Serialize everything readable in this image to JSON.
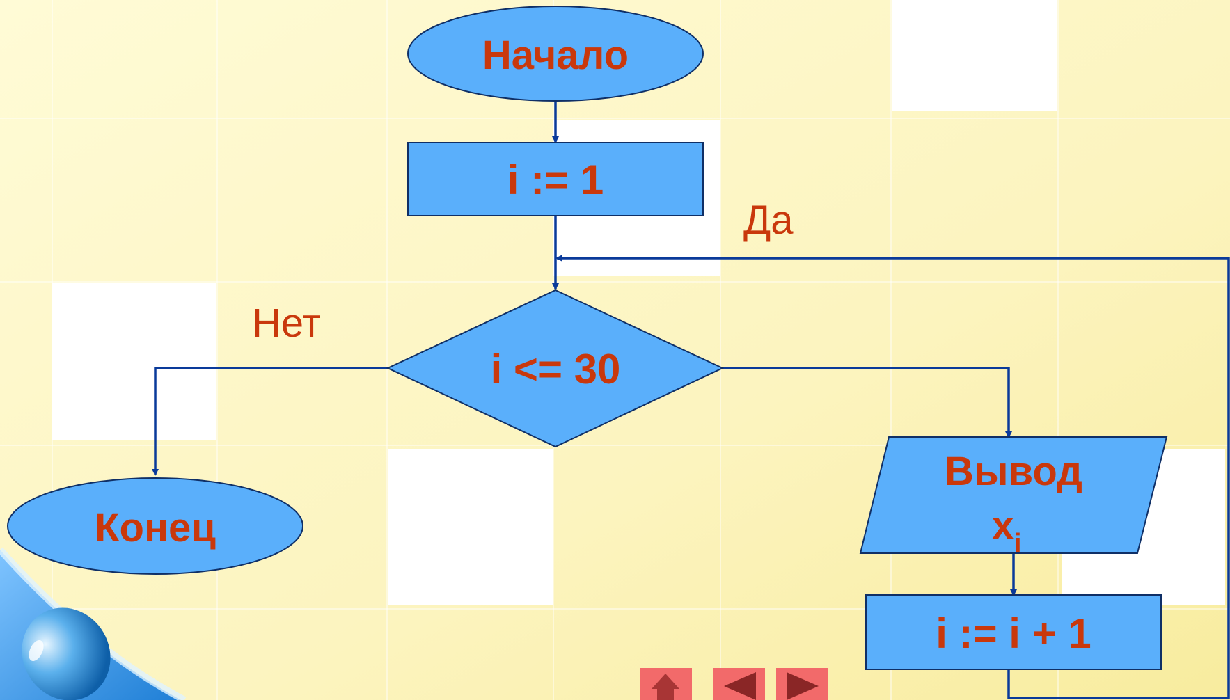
{
  "flowchart": {
    "start": "Начало",
    "init": "i := 1",
    "condition": "i <= 30",
    "output_label": "Вывод",
    "output_var": "x",
    "output_index": "i",
    "increment": "i := i + 1",
    "end": "Конец",
    "yes_label": "Да",
    "no_label": "Нет"
  },
  "navigation": {
    "home_icon": "home-icon",
    "prev_icon": "arrow-left-icon",
    "next_icon": "arrow-right-icon"
  },
  "colors": {
    "shape_fill": "#5aaffb",
    "text": "#c9380c",
    "edge": "#0a3a9a",
    "nav_button": "#f26a6a"
  }
}
